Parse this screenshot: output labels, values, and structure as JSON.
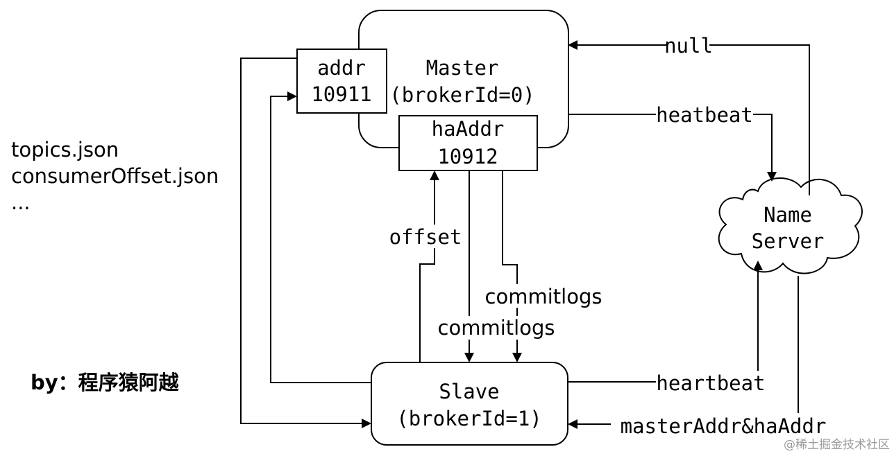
{
  "nodes": {
    "master": {
      "title": "Master",
      "subtitle": "(brokerId=0)"
    },
    "addr": {
      "label": "addr",
      "port": "10911"
    },
    "haAddr": {
      "label": "haAddr",
      "port": "10912"
    },
    "slave": {
      "title": "Slave",
      "subtitle": "(brokerId=1)"
    },
    "nameServer": {
      "line1": "Name",
      "line2": "Server"
    }
  },
  "files": [
    "topics.json",
    "consumerOffset.json",
    "..."
  ],
  "edges": {
    "null": "null",
    "heatbeat": "heatbeat",
    "offset": "offset",
    "commitlogs_a": "commitlogs",
    "commitlogs_b": "commitlogs",
    "heartbeat": "heartbeat",
    "masterAddr": "masterAddr&haAddr"
  },
  "author": "by：程序猿阿越",
  "watermark": "@稀土掘金技术社区"
}
